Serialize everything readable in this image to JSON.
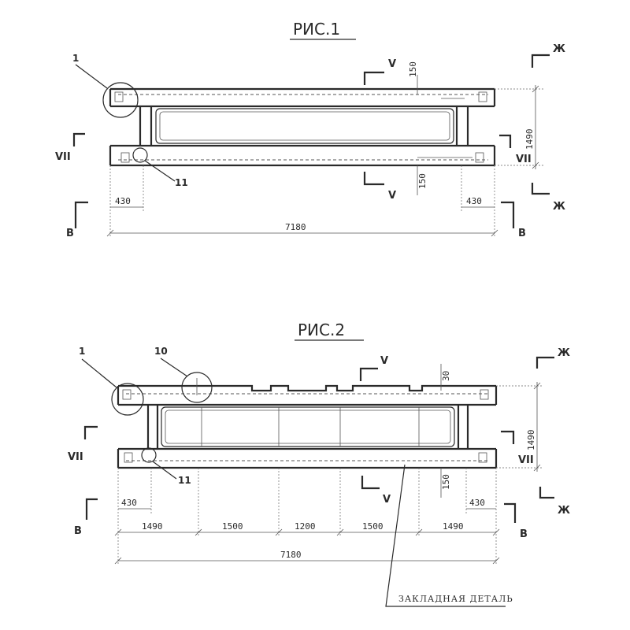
{
  "fig1": {
    "title": "РИС.1",
    "callout_1": "1",
    "callout_11": "11",
    "dim_150_top": "150",
    "dim_150_bottom": "150",
    "dim_1490": "1490",
    "dim_430_left": "430",
    "dim_430_right": "430",
    "dim_total": "7180",
    "sec_v_top": "V",
    "sec_v_bottom": "V",
    "sec_vii_left": "VII",
    "sec_vii_right": "VII",
    "sec_zh_top": "Ж",
    "sec_zh_bottom": "Ж",
    "sec_b_left": "В",
    "sec_b_right": "В"
  },
  "fig2": {
    "title": "РИС.2",
    "callout_1": "1",
    "callout_10": "10",
    "callout_11": "11",
    "dim_30": "30",
    "dim_150": "150",
    "dim_1490": "1490",
    "dim_430_left": "430",
    "dim_430_right": "430",
    "seg_1": "1490",
    "seg_2": "1500",
    "seg_3": "1200",
    "seg_4": "1500",
    "seg_5": "1490",
    "dim_total": "7180",
    "sec_v_top": "V",
    "sec_v_bottom": "V",
    "sec_vii_left": "VII",
    "sec_vii_right": "VII",
    "sec_zh_top": "Ж",
    "sec_zh_bottom": "Ж",
    "sec_b_left": "В",
    "sec_b_right": "В",
    "note": "ЗАКЛАДНАЯ ДЕТАЛЬ"
  }
}
